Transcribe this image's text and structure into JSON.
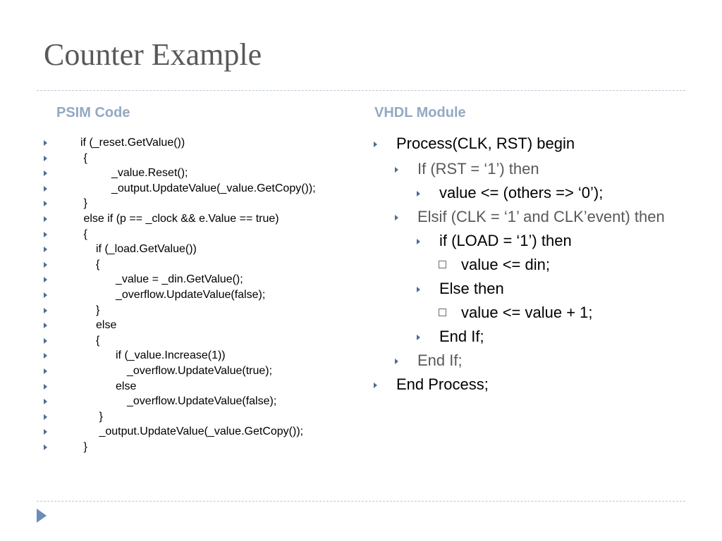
{
  "slide": {
    "title": "Counter Example",
    "left_heading": "PSIM Code",
    "right_heading": "VHDL Module"
  },
  "psim_code": [
    {
      "text": "if (_reset.GetValue())",
      "indent": 52
    },
    {
      "text": " {",
      "indent": 52
    },
    {
      "text": "_value.Reset();",
      "indent": 96
    },
    {
      "text": "_output.UpdateValue(_value.GetCopy());",
      "indent": 96
    },
    {
      "text": " }",
      "indent": 52
    },
    {
      "text": " else if (p == _clock && e.Value == true)",
      "indent": 52
    },
    {
      "text": " {",
      "indent": 52
    },
    {
      "text": "if (_load.GetValue())",
      "indent": 74
    },
    {
      "text": "{",
      "indent": 74
    },
    {
      "text": "_value = _din.GetValue();",
      "indent": 102
    },
    {
      "text": "_overflow.UpdateValue(false);",
      "indent": 102
    },
    {
      "text": "}",
      "indent": 74
    },
    {
      "text": "else",
      "indent": 74
    },
    {
      "text": "{",
      "indent": 74
    },
    {
      "text": "if (_value.Increase(1))",
      "indent": 102
    },
    {
      "text": "_overflow.UpdateValue(true);",
      "indent": 118
    },
    {
      "text": "else",
      "indent": 102
    },
    {
      "text": "_overflow.UpdateValue(false);",
      "indent": 118
    },
    {
      "text": " }",
      "indent": 74
    },
    {
      "text": " _output.UpdateValue(_value.GetCopy());",
      "indent": 74
    },
    {
      "text": " }",
      "indent": 52
    }
  ],
  "vhdl": [
    {
      "text": "Process(CLK, RST) begin",
      "level": 1,
      "marker": "arrow",
      "gray": false
    },
    {
      "text": "If (RST = ‘1’) then",
      "level": 2,
      "marker": "arrow",
      "gray": true
    },
    {
      "text": "value <= (others => ‘0’);",
      "level": 3,
      "marker": "arrow",
      "gray": false
    },
    {
      "text": "Elsif (CLK = ‘1’ and CLK’event) then",
      "level": 2,
      "marker": "arrow",
      "gray": true
    },
    {
      "text": "if (LOAD = ‘1’) then",
      "level": 3,
      "marker": "arrow",
      "gray": false
    },
    {
      "text": "value <= din;",
      "level": 4,
      "marker": "square",
      "gray": false
    },
    {
      "text": "Else then",
      "level": 3,
      "marker": "arrow",
      "gray": false
    },
    {
      "text": "value <= value + 1;",
      "level": 4,
      "marker": "square",
      "gray": false
    },
    {
      "text": "End If;",
      "level": 3,
      "marker": "arrow",
      "gray": false
    },
    {
      "text": "End If;",
      "level": 2,
      "marker": "arrow",
      "gray": true
    },
    {
      "text": "End Process;",
      "level": 1,
      "marker": "arrow",
      "gray": false
    }
  ],
  "colors": {
    "title": "#595959",
    "heading": "#93a9c4",
    "bullet": "#4e6b92",
    "rule": "#b8c6d4",
    "nav": "#6a8dbb"
  },
  "icons": {
    "bullet": "triangle-bullet-icon",
    "sub_bullet": "square-bullet-icon",
    "nav": "next-slide-arrow-icon"
  }
}
